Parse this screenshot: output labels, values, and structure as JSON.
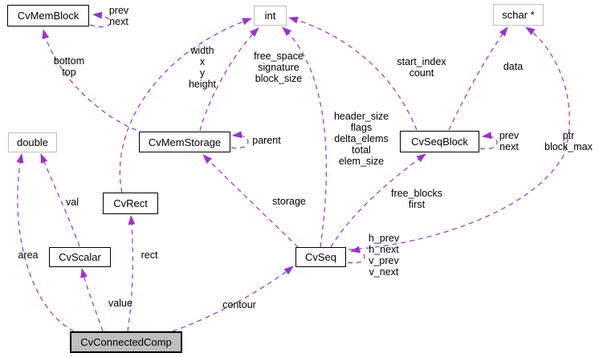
{
  "colors": {
    "edge": "#9a32cd",
    "node_border": "#000000",
    "external_node_border": "#c0c0c0",
    "node_fill": "#ffffff",
    "current_node_fill": "#bebebe",
    "background": "#ffffff",
    "text": "#000000"
  },
  "nodes": {
    "cvmemblock": {
      "label": "CvMemBlock"
    },
    "int": {
      "label": "int"
    },
    "schar_ptr": {
      "label": "schar *"
    },
    "double": {
      "label": "double"
    },
    "cvmemstorage": {
      "label": "CvMemStorage"
    },
    "cvseqblock": {
      "label": "CvSeqBlock"
    },
    "cvrect": {
      "label": "CvRect"
    },
    "cvscalar": {
      "label": "CvScalar"
    },
    "cvseq": {
      "label": "CvSeq"
    },
    "cvconnectedcomp": {
      "label": "CvConnectedComp"
    }
  },
  "edge_labels": {
    "memblock_self": [
      "prev",
      "next"
    ],
    "bottom_top": [
      "bottom",
      "top"
    ],
    "rect_int": [
      "width",
      "x",
      "y",
      "height"
    ],
    "memstorage_int": [
      "free_space",
      "signature",
      "block_size"
    ],
    "seqblock_int": [
      "start_index",
      "count"
    ],
    "seqblock_schar": [
      "data"
    ],
    "memstorage_self": [
      "parent"
    ],
    "seq_int": [
      "header_size",
      "flags",
      "delta_elems",
      "total",
      "elem_size"
    ],
    "seqblock_self": [
      "prev",
      "next"
    ],
    "seq_schar": [
      "ptr",
      "block_max"
    ],
    "seq_seqblock": [
      "free_blocks",
      "first"
    ],
    "seq_memstorage": [
      "storage"
    ],
    "scalar_double": [
      "val"
    ],
    "conncomp_double": [
      "area"
    ],
    "conncomp_rect": [
      "rect"
    ],
    "conncomp_scalar": [
      "value"
    ],
    "seq_self": [
      "h_prev",
      "h_next",
      "v_prev",
      "v_next"
    ],
    "conncomp_seq": [
      "contour"
    ]
  }
}
